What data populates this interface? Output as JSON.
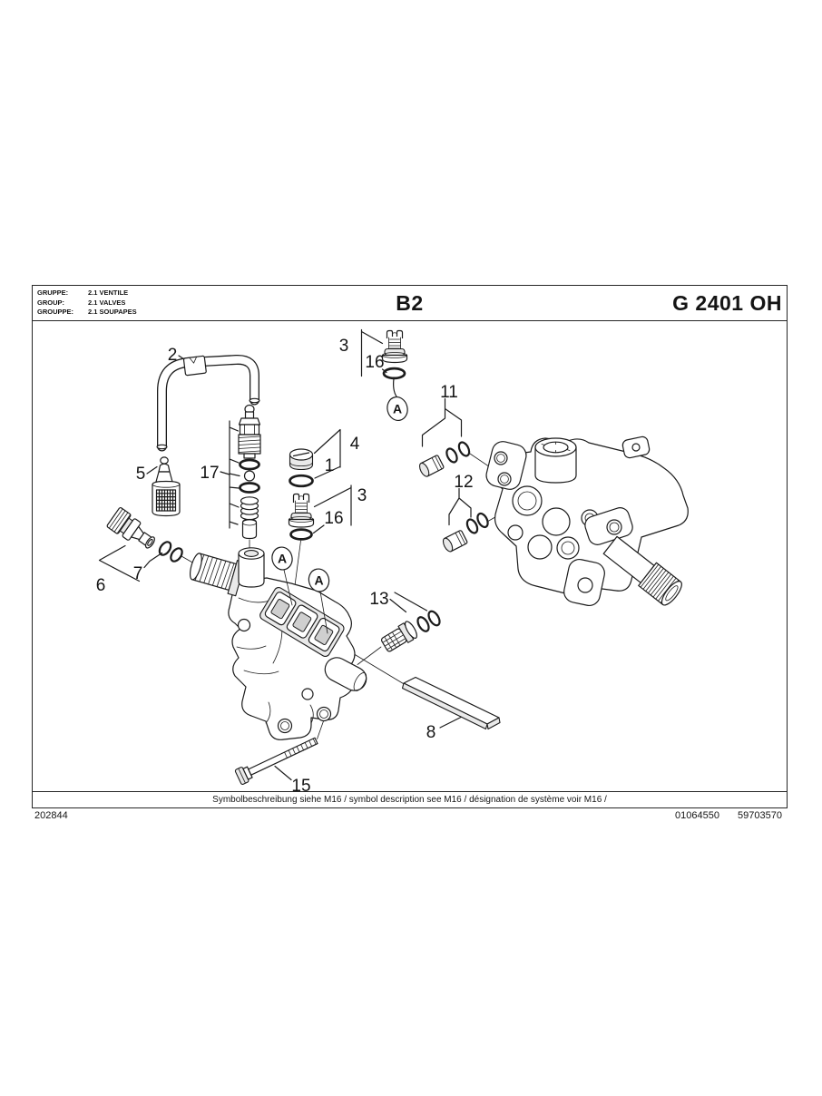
{
  "header": {
    "rows": [
      {
        "label": "GRUPPE:",
        "value": "2.1  VENTILE"
      },
      {
        "label": "GROUP:",
        "value": "2.1  VALVES"
      },
      {
        "label": "GROUPPE:",
        "value": "2.1  SOUPAPES"
      }
    ],
    "page_code": "B2",
    "model": "G 2401 OH"
  },
  "callouts": {
    "part1": {
      "label": "1"
    },
    "part2": {
      "label": "2"
    },
    "part3_top": {
      "label": "3"
    },
    "part3_mid": {
      "label": "3"
    },
    "part4": {
      "label": "4"
    },
    "part5": {
      "label": "5"
    },
    "part6": {
      "label": "6"
    },
    "part7": {
      "label": "7"
    },
    "part8": {
      "label": "8"
    },
    "part11": {
      "label": "11"
    },
    "part12": {
      "label": "12"
    },
    "part13": {
      "label": "13"
    },
    "part15": {
      "label": "15"
    },
    "part16_top": {
      "label": "16"
    },
    "part16_mid": {
      "label": "16"
    },
    "part17": {
      "label": "17"
    },
    "symbol_a": {
      "label": "A"
    }
  },
  "footer": {
    "note": "Symbolbeschreibung siehe M16 / symbol description see M16 / désignation de système voir M16 /"
  },
  "doc": {
    "number_left": "202844",
    "number_right1": "01064550",
    "number_right2": "59703570"
  },
  "colors": {
    "line": "#1b1b1b",
    "paper": "#ffffff",
    "shade_light": "#e9e9e9",
    "shade_mid": "#cfcfcf"
  }
}
